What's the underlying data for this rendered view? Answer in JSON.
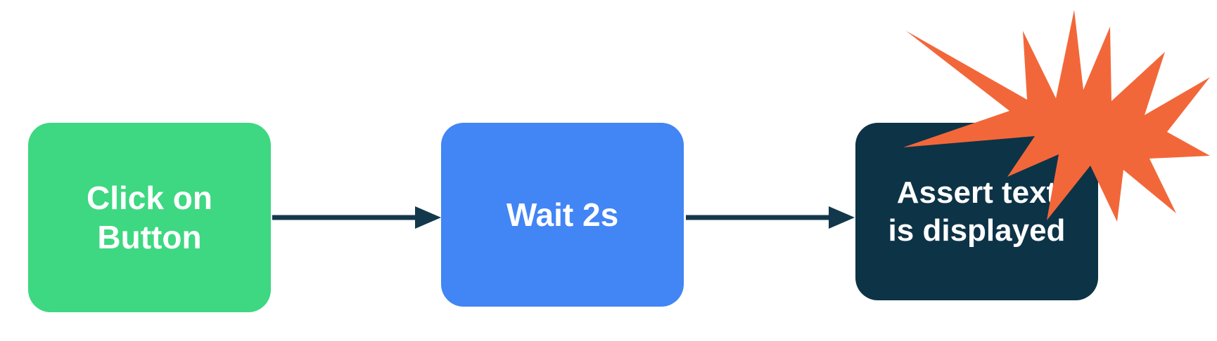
{
  "diagram": {
    "type": "flowchart",
    "orientation": "horizontal",
    "background_color": "#ffffff",
    "nodes": [
      {
        "id": "click",
        "label": "Click on\nButton",
        "shape": "rounded-rectangle",
        "fill_color": "#3DD881",
        "text_color": "#ffffff"
      },
      {
        "id": "wait",
        "label": "Wait 2s",
        "shape": "rounded-rectangle",
        "fill_color": "#4285F4",
        "text_color": "#ffffff"
      },
      {
        "id": "assert",
        "label": "Assert text\nis displayed",
        "shape": "rounded-rectangle",
        "fill_color": "#0D3347",
        "text_color": "#ffffff"
      }
    ],
    "connectors": [
      {
        "id": "click-to-wait",
        "from": "click",
        "to": "wait",
        "style": "solid-arrow",
        "color": "#13384C"
      },
      {
        "id": "wait-to-assert",
        "from": "wait",
        "to": "assert",
        "style": "solid-arrow",
        "color": "#13384C"
      }
    ],
    "decorations": [
      {
        "id": "burst",
        "name": "starburst",
        "points": 12,
        "fill_color": "#F26739",
        "attached_to": "assert"
      }
    ]
  }
}
